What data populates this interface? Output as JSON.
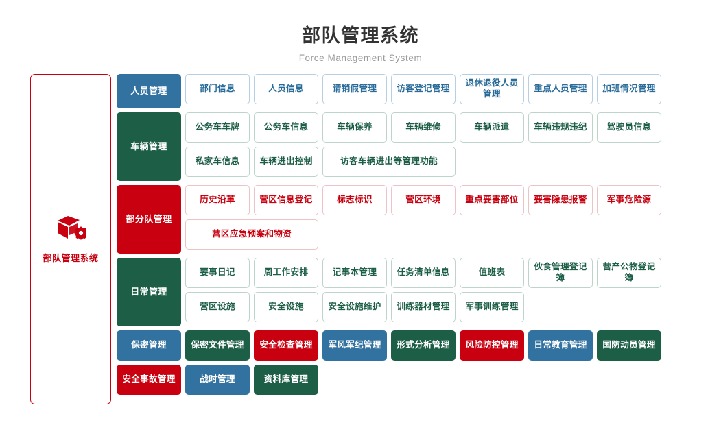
{
  "header": {
    "title": "部队管理系统",
    "subtitle": "Force Management System"
  },
  "sidebar": {
    "icon": "cube-gear-icon",
    "label": "部队管理系统",
    "accent": "#c8000f"
  },
  "colors": {
    "blue": "#3272a0",
    "green": "#1d5e46",
    "red": "#c8000f",
    "border_blue": "#b6cfe2",
    "border_green": "#bdd4ca",
    "border_red": "#eec3c7",
    "title": "#333333",
    "subtitle": "#9a9a9a"
  },
  "sections": [
    {
      "category": "人员管理",
      "style": "blue",
      "items": [
        {
          "label": "部门信息",
          "style": "o-blue",
          "wide": false
        },
        {
          "label": "人员信息",
          "style": "o-blue",
          "wide": false
        },
        {
          "label": "请销假管理",
          "style": "o-blue",
          "wide": false
        },
        {
          "label": "访客登记管理",
          "style": "o-blue",
          "wide": false
        },
        {
          "label": "退休退役人员管理",
          "style": "o-blue",
          "wide": false
        },
        {
          "label": "重点人员管理",
          "style": "o-blue",
          "wide": false
        },
        {
          "label": "加班情况管理",
          "style": "o-blue",
          "wide": false
        }
      ]
    },
    {
      "category": "车辆管理",
      "style": "green",
      "items": [
        {
          "label": "公务车车牌",
          "style": "o-green",
          "wide": false
        },
        {
          "label": "公务车信息",
          "style": "o-green",
          "wide": false
        },
        {
          "label": "车辆保养",
          "style": "o-green",
          "wide": false
        },
        {
          "label": "车辆维修",
          "style": "o-green",
          "wide": false
        },
        {
          "label": "车辆派遣",
          "style": "o-green",
          "wide": false
        },
        {
          "label": "车辆违规违纪",
          "style": "o-green",
          "wide": false
        },
        {
          "label": "驾驶员信息",
          "style": "o-green",
          "wide": false
        },
        {
          "label": "私家车信息",
          "style": "o-green",
          "wide": false
        },
        {
          "label": "车辆进出控制",
          "style": "o-green",
          "wide": false
        },
        {
          "label": "访客车辆进出等管理功能",
          "style": "o-green",
          "wide": true
        }
      ]
    },
    {
      "category": "部分队管理",
      "style": "red",
      "items": [
        {
          "label": "历史沿革",
          "style": "o-red",
          "wide": false
        },
        {
          "label": "营区信息登记",
          "style": "o-red",
          "wide": false
        },
        {
          "label": "标志标识",
          "style": "o-red",
          "wide": false
        },
        {
          "label": "营区环境",
          "style": "o-red",
          "wide": false
        },
        {
          "label": "重点要害部位",
          "style": "o-red",
          "wide": false
        },
        {
          "label": "要害隐患报警",
          "style": "o-red",
          "wide": false
        },
        {
          "label": "军事危险源",
          "style": "o-red",
          "wide": false
        },
        {
          "label": "营区应急预案和物资",
          "style": "o-red",
          "wide": true
        }
      ]
    },
    {
      "category": "日常管理",
      "style": "green",
      "items": [
        {
          "label": "要事日记",
          "style": "o-green",
          "wide": false
        },
        {
          "label": "周工作安排",
          "style": "o-green",
          "wide": false
        },
        {
          "label": "记事本管理",
          "style": "o-green",
          "wide": false
        },
        {
          "label": "任务清单信息",
          "style": "o-green",
          "wide": false
        },
        {
          "label": "值班表",
          "style": "o-green",
          "wide": false
        },
        {
          "label": "伙食管理登记簿",
          "style": "o-green",
          "wide": false
        },
        {
          "label": "营产公物登记簿",
          "style": "o-green",
          "wide": false
        },
        {
          "label": "营区设施",
          "style": "o-green",
          "wide": false
        },
        {
          "label": "安全设施",
          "style": "o-green",
          "wide": false
        },
        {
          "label": "安全设施维护",
          "style": "o-green",
          "wide": false
        },
        {
          "label": "训练器材管理",
          "style": "o-green",
          "wide": false
        },
        {
          "label": "军事训练管理",
          "style": "o-green",
          "wide": false
        }
      ]
    }
  ],
  "flat_section": {
    "items": [
      {
        "label": "保密管理",
        "style": "f-blue"
      },
      {
        "label": "保密文件管理",
        "style": "f-green"
      },
      {
        "label": "安全检查管理",
        "style": "f-red"
      },
      {
        "label": "军风军纪管理",
        "style": "f-blue"
      },
      {
        "label": "形式分析管理",
        "style": "f-green"
      },
      {
        "label": "风险防控管理",
        "style": "f-red"
      },
      {
        "label": "日常教育管理",
        "style": "f-blue"
      },
      {
        "label": "国防动员管理",
        "style": "f-green"
      },
      {
        "label": "安全事故管理",
        "style": "f-red"
      },
      {
        "label": "战时管理",
        "style": "f-blue"
      },
      {
        "label": "资料库管理",
        "style": "f-green"
      }
    ]
  }
}
